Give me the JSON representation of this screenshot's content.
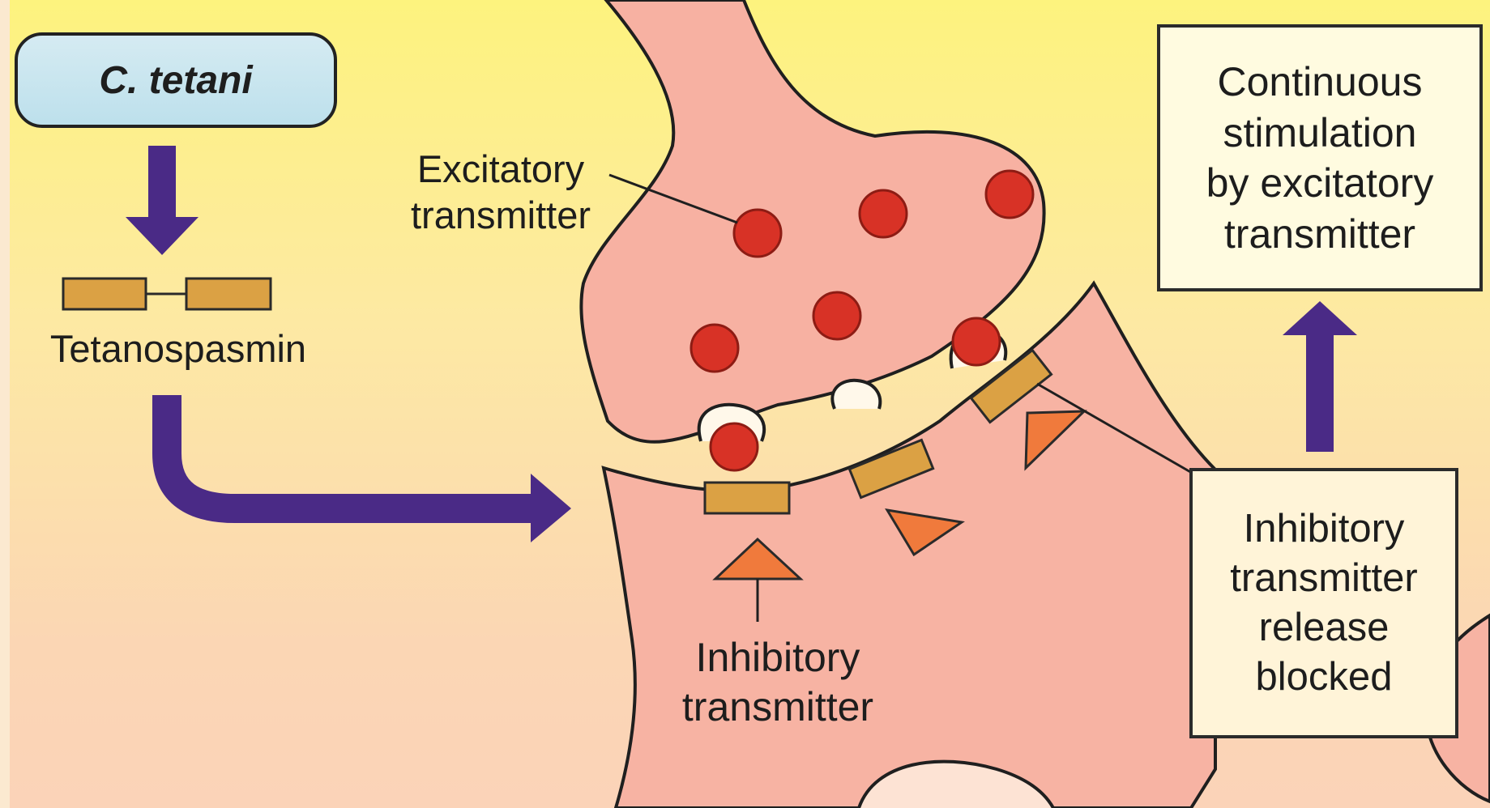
{
  "source_label": "C. tetani",
  "toxin_label": "Tetanospasmin",
  "excitatory_label": "Excitatory\ntransmitter",
  "inhibitory_label": "Inhibitory\ntransmitter",
  "result_box": "Continuous\nstimulation\nby excitatory\ntransmitter",
  "blocked_box": "Inhibitory\ntransmitter\nrelease\nblocked",
  "colors": {
    "arrow": "#4a2a86",
    "toxin": "#dba144",
    "excitatory_vesicle": "#d83226",
    "inhibitory_transmitter": "#f07a3c",
    "neuron": "#f7b3a3",
    "pill": "#c6e4ee"
  },
  "icons": [
    "down-arrow-icon",
    "curved-arrow-icon",
    "up-arrow-icon"
  ]
}
